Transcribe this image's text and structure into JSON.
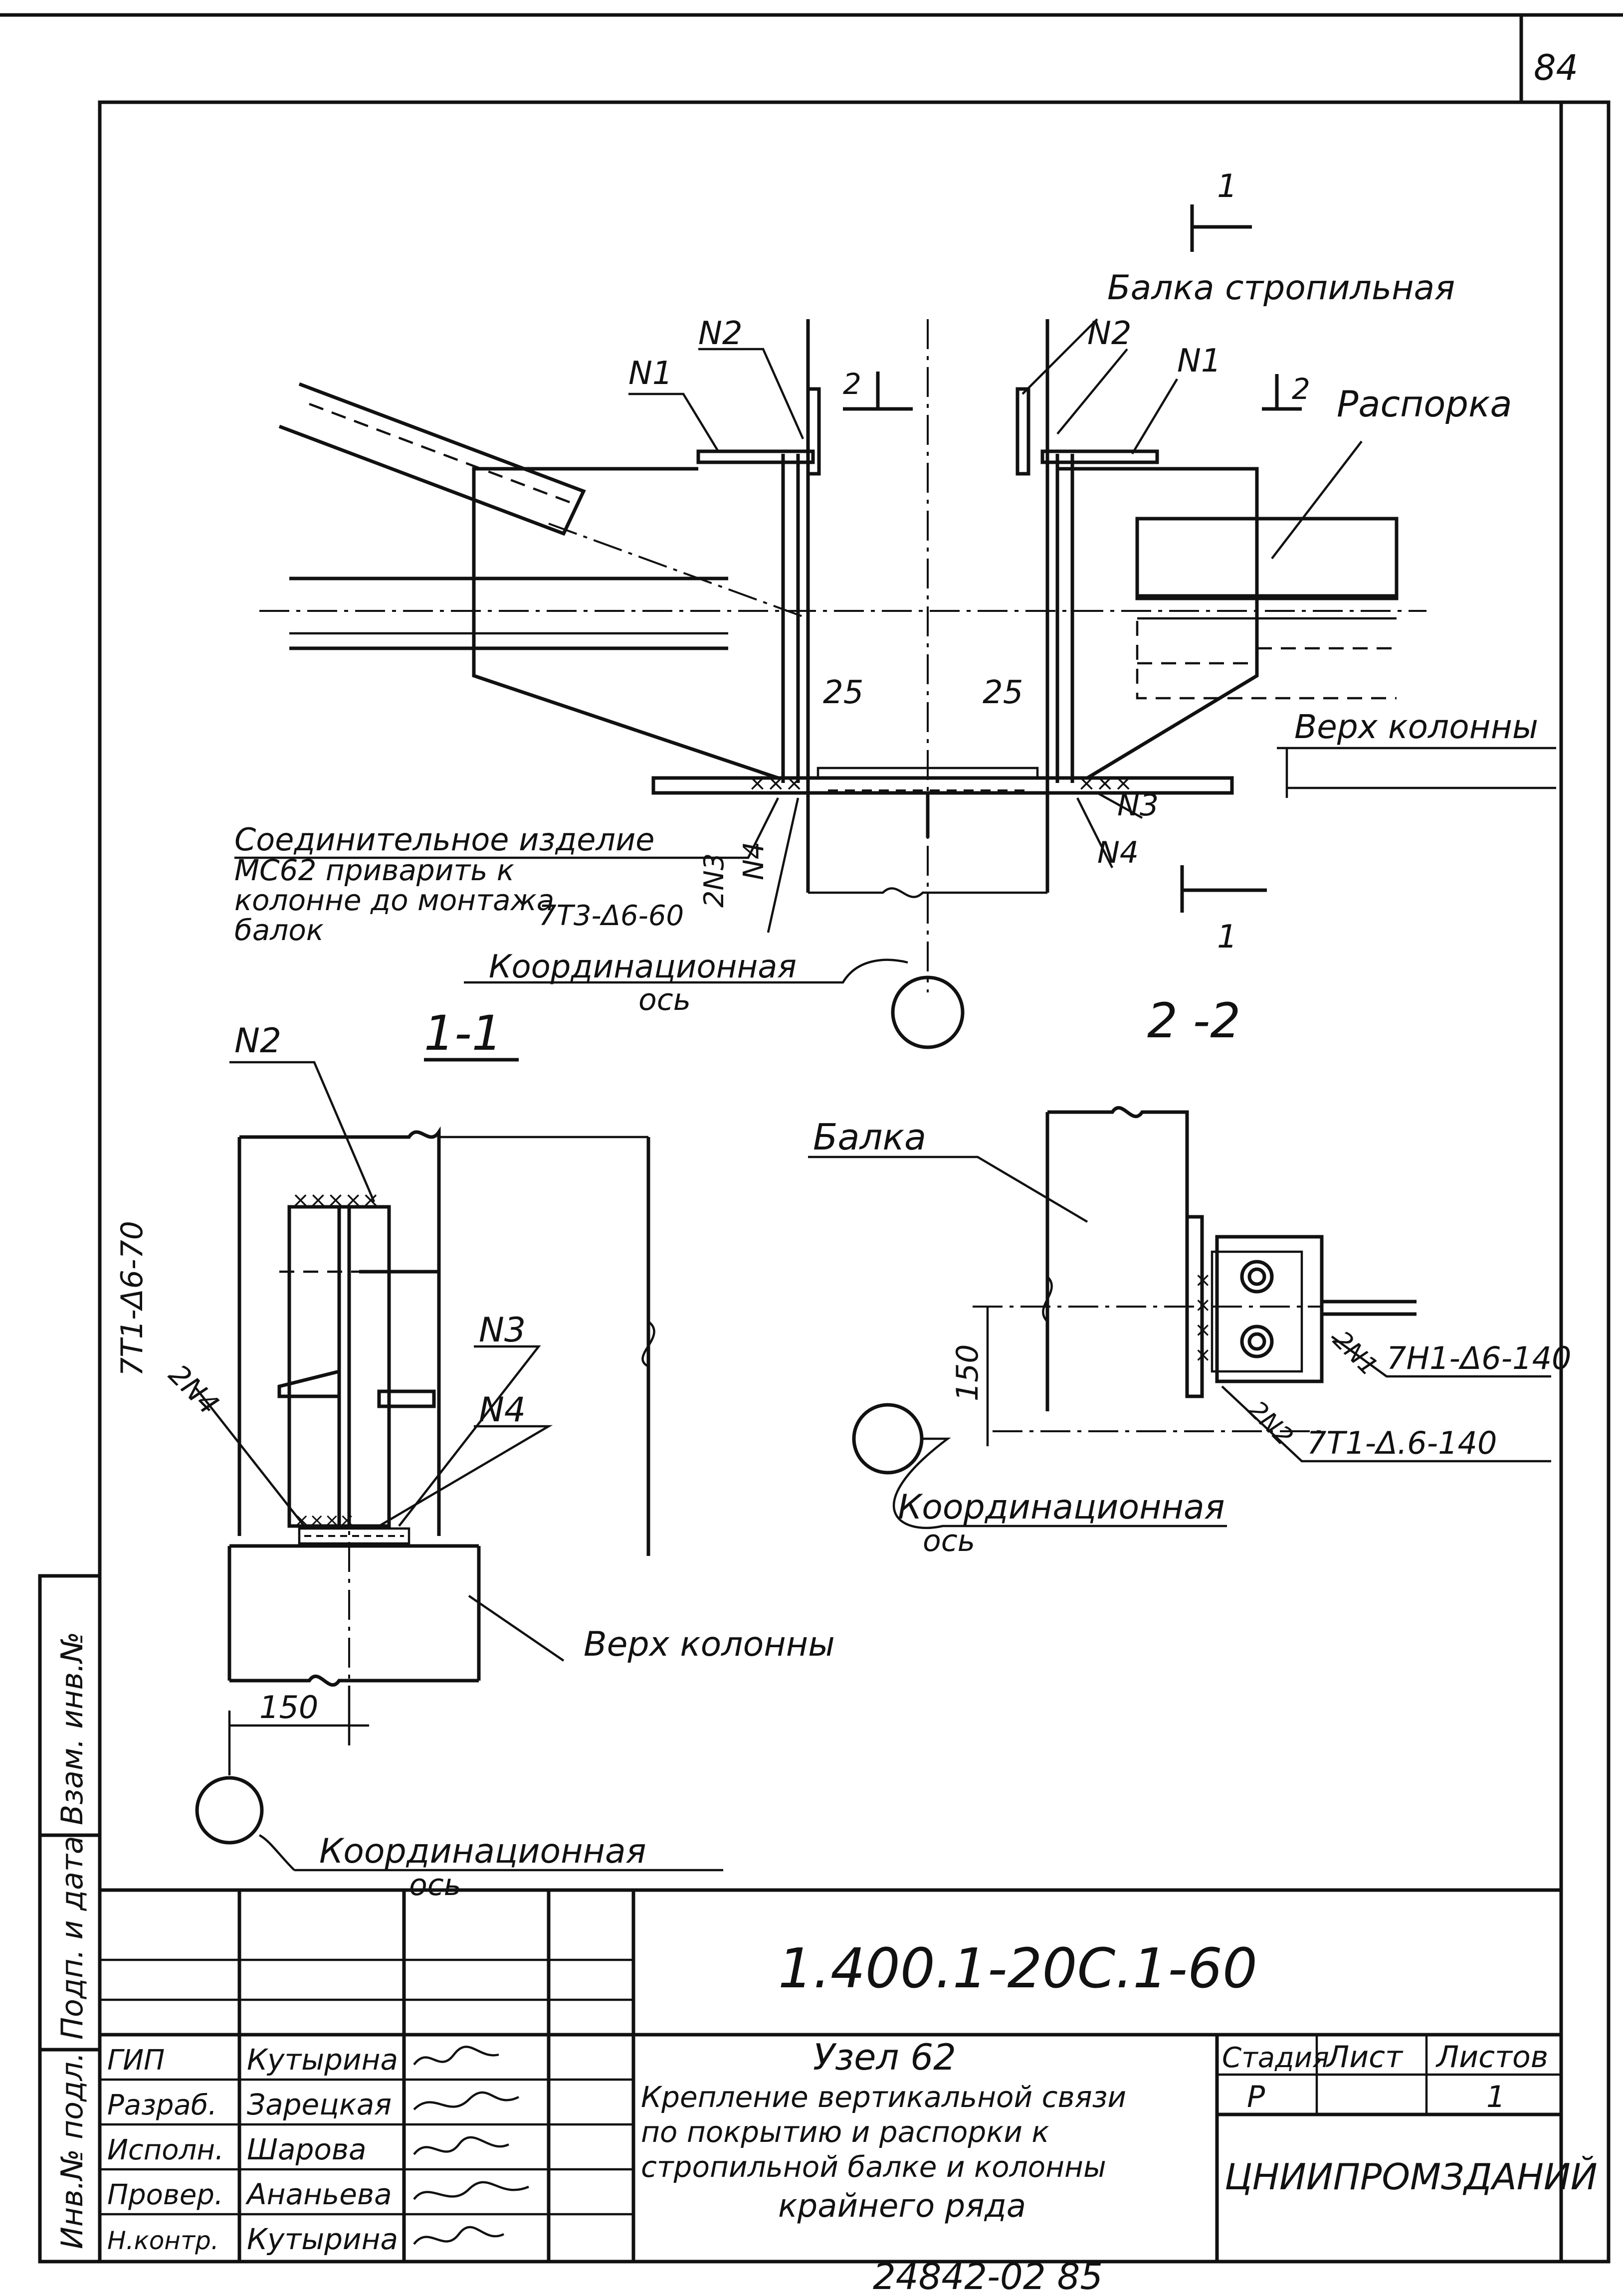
{
  "sheet_number": "84",
  "view_main": {
    "beam_label": "Балка стропильная",
    "strut_label": "Распорка",
    "column_top_label": "Верх колонны",
    "section_1_mark": "1",
    "section_2_mark": "2",
    "callout_n1": "N1",
    "callout_n2": "N2",
    "callout_n3": "N3",
    "callout_n4": "N4",
    "dim_25": "25",
    "weld_2n3": "2N3",
    "connector_note_line1": "Соединительное изделие",
    "connector_note_line2": "МС62 приварить к",
    "connector_note_line3": "колонне до монтажа",
    "connector_note_line4": "балок",
    "weld_7t3": "7Т3-Δ6-60",
    "coord_axis_label_1": "Координационная",
    "coord_axis_label_2": "ось"
  },
  "section_1_1": {
    "title": "1-1",
    "callout_n2": "N2",
    "callout_n3": "N3",
    "callout_n4": "N4",
    "weld_vertical": "7Т1-Δ6-70",
    "weld_2n4": "2N4",
    "column_top_label": "Верх колонны",
    "dim_150": "150",
    "coord_axis_label_1": "Координационная",
    "coord_axis_label_2": "ось"
  },
  "section_2_2": {
    "title": "2 -2",
    "beam_label": "Балка",
    "dim_150": "150",
    "weld_2n1": "2N1",
    "weld_7h1": "7Н1-Δ6-140",
    "weld_2n2": "2N2",
    "weld_7t1": "7Т1-Δ.6-140",
    "coord_axis_label_1": "Координационная",
    "coord_axis_label_2": "ось"
  },
  "side_stamp": {
    "cell_1": "Инв.№ подл.",
    "cell_2": "Подп. и дата",
    "cell_3": "Взам. инв.№"
  },
  "title_block": {
    "doc_code": "1.400.1-20С.1-60",
    "roles": [
      "ГИП",
      "Разраб.",
      "Исполн.",
      "Провер.",
      "Н.контр."
    ],
    "names": [
      "Кутырина",
      "Зарецкая",
      "Шарова",
      "Ананьева",
      "Кутырина"
    ],
    "node_title": "Узел 62",
    "desc_line1": "Крепление вертикальной связи",
    "desc_line2": "по покрытию и распорки к",
    "desc_line3": "стропильной балке и колонны",
    "desc_line4": "крайнего ряда",
    "stage_header": "Стадия",
    "sheet_header": "Лист",
    "sheets_header": "Листов",
    "stage_value": "Р",
    "sheets_value": "1",
    "org": "ЦНИИПРОМЗДАНИЙ"
  },
  "bottom_code": "24842-02 85"
}
